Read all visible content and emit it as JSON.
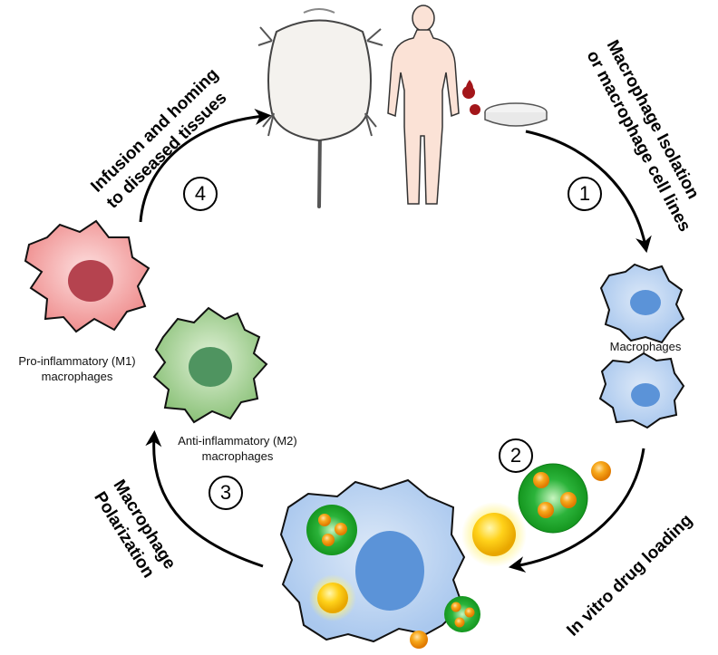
{
  "steps": {
    "step1": {
      "number": "1",
      "label_line1": "Macrophage Isolation",
      "label_line2": "or macrophage cell lines"
    },
    "step2": {
      "number": "2",
      "label": "In vitro drug loading"
    },
    "step3": {
      "number": "3",
      "label_line1": "Macrophage",
      "label_line2": "Polarization"
    },
    "step4": {
      "number": "4",
      "label_line1": "Infusion and homing",
      "label_line2": "to diseased tissues"
    }
  },
  "cells": {
    "macrophages": "Macrophages",
    "m1_line1": "Pro-inflammatory (M1)",
    "m1_line2": "macrophages",
    "m2_line1": "Anti-inflammatory (M2)",
    "m2_line2": "macrophages"
  },
  "colors": {
    "macrophage": "#b9d4f2",
    "nucleus": "#5b93d8",
    "m1": "#f2a0a0",
    "m1_nucleus": "#b5434f",
    "m2": "#9ccb8c",
    "m2_nucleus": "#4f9460",
    "vesicle": "#1fa82a",
    "drug": "#f7a81b",
    "gold_particle": "#ffd21a"
  }
}
